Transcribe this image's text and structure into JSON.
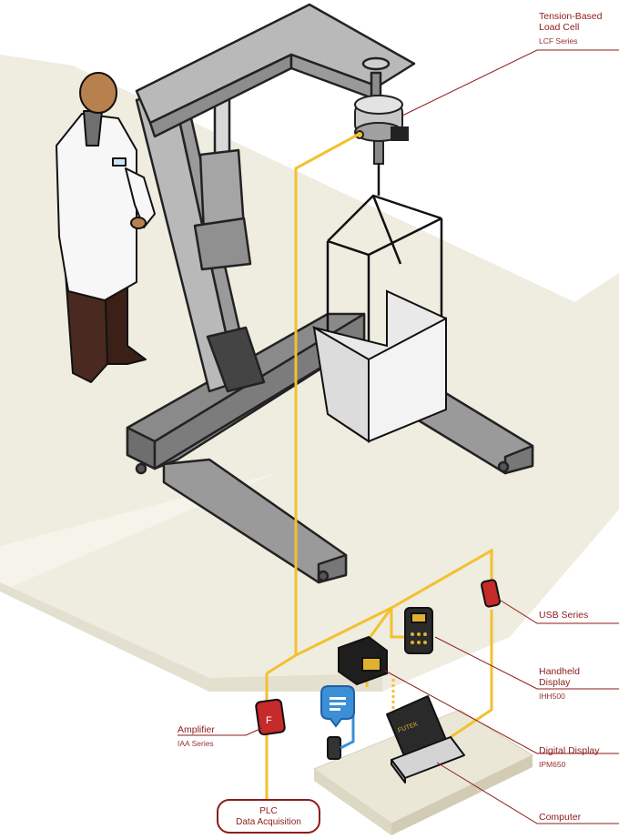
{
  "labels": {
    "load_cell": {
      "name": "Tension-Based\nLoad Cell",
      "series": "LCF Series"
    },
    "usb": {
      "name": "USB Series"
    },
    "handheld": {
      "name": "Handheld\nDisplay",
      "series": "IHH500"
    },
    "amplifier": {
      "name": "Amplifier",
      "series": "IAA Series"
    },
    "digital_display": {
      "name": "Digital Display",
      "series": "IPM650"
    },
    "computer": {
      "name": "Computer"
    },
    "plc": {
      "name": "PLC\nData Acquisition"
    }
  },
  "brand_text": "FUTEK",
  "colors": {
    "accent": "#8e1b1b",
    "cable": "#f2c12e",
    "floor": "#efece0",
    "frame": "#a9a9a9",
    "signal": "#3a8fd6"
  }
}
